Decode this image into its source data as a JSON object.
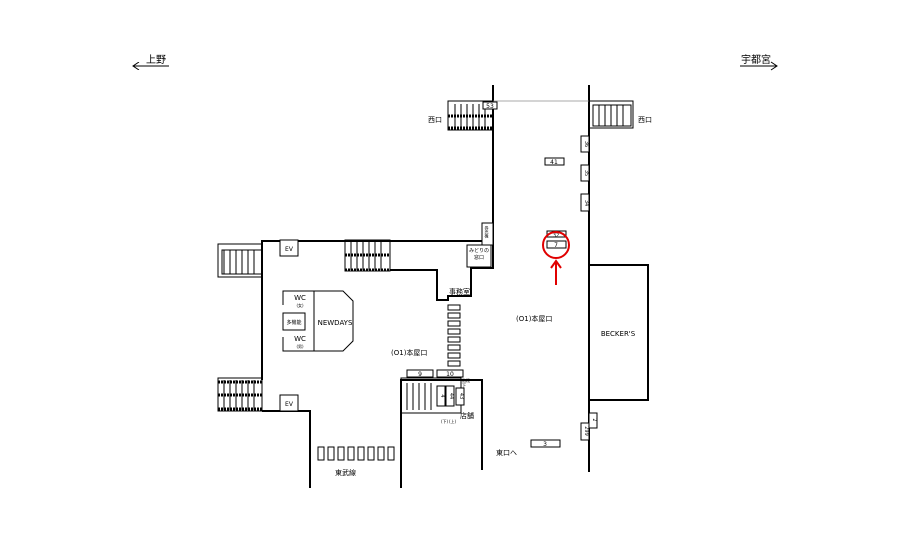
{
  "directions": {
    "left": "上野",
    "right": "宇都宮"
  },
  "labels": {
    "west_exit_left": "西口",
    "west_exit_right": "西口",
    "ticket_machine": "券売機",
    "midori": "みどりの窓口",
    "office": "事務室",
    "main_exit_upper": "(O1)本屋口",
    "main_exit_lower": "(O1)本屋口",
    "newdays": "NEWDAYS",
    "wc_female": "WC",
    "wc_female_sub": "(女)",
    "wc_male": "WC",
    "wc_male_sub": "(男)",
    "multipurpose": "多機能",
    "ev_top": "EV",
    "ev_bottom": "EV",
    "beckers": "BECKER'S",
    "shop": "店舗",
    "tobu": "東武線",
    "east_exit": "東口へ",
    "stair_under": "階段下",
    "up": "(上)",
    "down": "(下)"
  },
  "boards": [
    "53",
    "36",
    "41",
    "35",
    "34",
    "32",
    "7",
    "9",
    "10",
    "4",
    "44",
    "43",
    "3",
    "2",
    "299"
  ],
  "highlight_color": "#e00000"
}
